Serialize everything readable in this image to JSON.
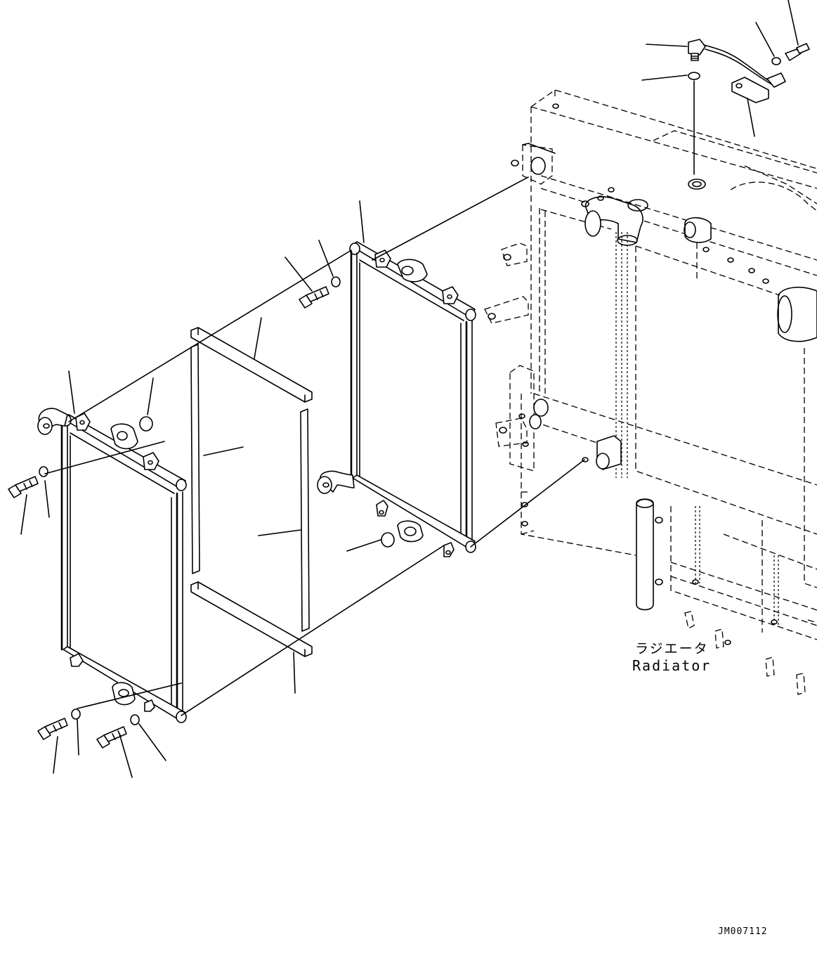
{
  "labels": {
    "radiator_jp": "ラジエータ",
    "radiator_en": "Radiator",
    "drawing_code": "JM007112"
  },
  "colors": {
    "ink": "#000000",
    "paper": "#ffffff"
  }
}
